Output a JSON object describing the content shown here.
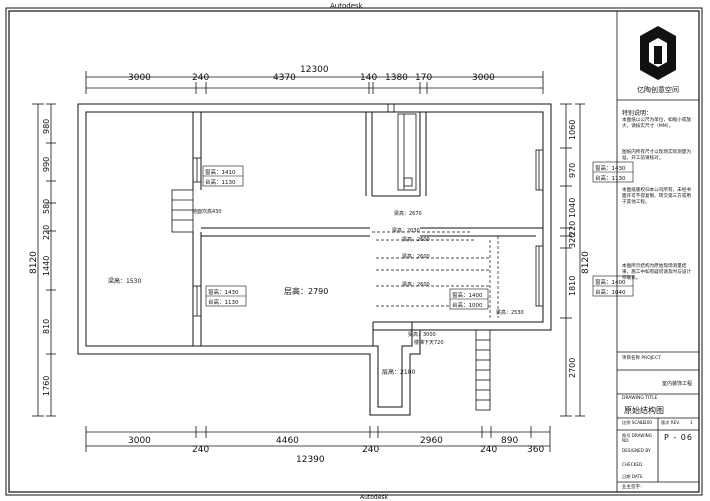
{
  "sheet": {
    "top_mark": "Autodesk",
    "bottom_mark": "Autodesk"
  },
  "dimensions": {
    "top_total": "12300",
    "top_segments": [
      "3000",
      "240",
      "4370",
      "140",
      "1380",
      "170",
      "3000"
    ],
    "bottom_total": "12390",
    "bottom_segments": [
      "3000",
      "240",
      "4460",
      "240",
      "2960",
      "240",
      "890",
      "360"
    ],
    "left_total": "8120",
    "left_segments": [
      "980",
      "990",
      "580",
      "220",
      "1440",
      "810",
      "1760"
    ],
    "right_total": "8120",
    "right_segments": [
      "1060",
      "970",
      "1040",
      "220",
      "320",
      "1810",
      "2700"
    ]
  },
  "plan_labels": {
    "height_main": "层高：2790",
    "height_left": "梁高：1530",
    "height_mid": "梁高：2670",
    "height_lower": "层高：2100",
    "under_stair": "楼梯下天720",
    "floor_depth": "地面坎高430",
    "beam_1": "梁高：2030",
    "beam_2": "梁高：2600",
    "beam_3": "梁高：2600",
    "beam_4": "梁高：2600",
    "beam_5": "梁高：2530",
    "beam_6": "梁高：3000",
    "win1": [
      "窗高：1410",
      "台高：1130"
    ],
    "win2": [
      "窗高：1430",
      "台高：1130"
    ],
    "win3": [
      "窗高：1400",
      "台高：1000"
    ],
    "win4": [
      "窗高：1430",
      "台高：1130"
    ],
    "win5": [
      "窗高：1400",
      "台高：1040"
    ]
  },
  "title_block": {
    "company": "亿陶创意空间",
    "notes_title": "特别说明：",
    "notes": [
      "本图纸以公尺为单位，如缩小或放大，请核实尺寸（MM）。",
      "图纸内所有尺寸以现场实际测量为准，开工前请核对。",
      "本图纸版权归本公司所有，未经书面许可不得复制、转交第三方或用于其他工程。",
      "本图所示结构为原始现场测量结果，施工中如有疑问请及时与设计师联系。"
    ],
    "project_label": "项目名称 PROJECT",
    "project_value": "室内装饰工程",
    "drawing_title_label": "DRAWING TITLE",
    "drawing_title": "原始结构图",
    "scale_label": "比例 SCALE",
    "scale_value": "1:100",
    "rev_label": "版次 REV.",
    "rev_value": "1",
    "drawing_no_label": "图号 DRAWING NO.",
    "drawing_no": "P - 06",
    "designed_by": "DESIGNED BY",
    "checked_by": "CHECKED",
    "date_label": "日期 DATE",
    "client_label": "业主签字："
  }
}
